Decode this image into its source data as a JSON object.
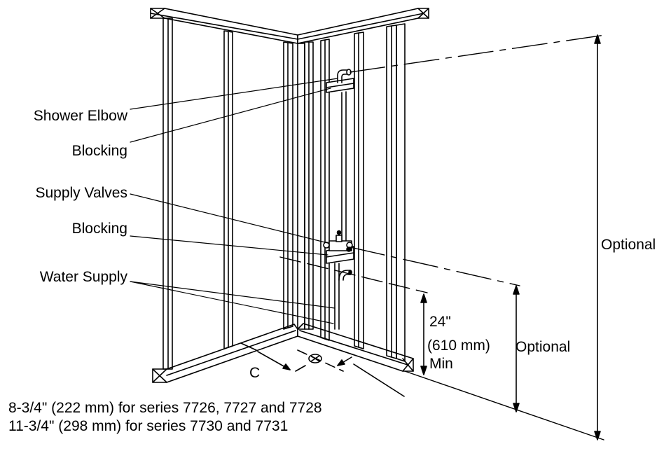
{
  "labels": {
    "shower_elbow": "Shower Elbow",
    "blocking_upper": "Blocking",
    "supply_valves": "Supply Valves",
    "blocking_lower": "Blocking",
    "water_supply": "Water Supply",
    "optional_tall": "Optional",
    "optional_short": "Optional",
    "dim_24_in": "24\"",
    "dim_610_mm": "(610 mm)",
    "dim_min": "Min",
    "dim_c": "C"
  },
  "notes": [
    "8-3/4\" (222 mm) for series 7726, 7727 and 7728",
    "11-3/4\" (298 mm) for series 7730 and 7731"
  ]
}
